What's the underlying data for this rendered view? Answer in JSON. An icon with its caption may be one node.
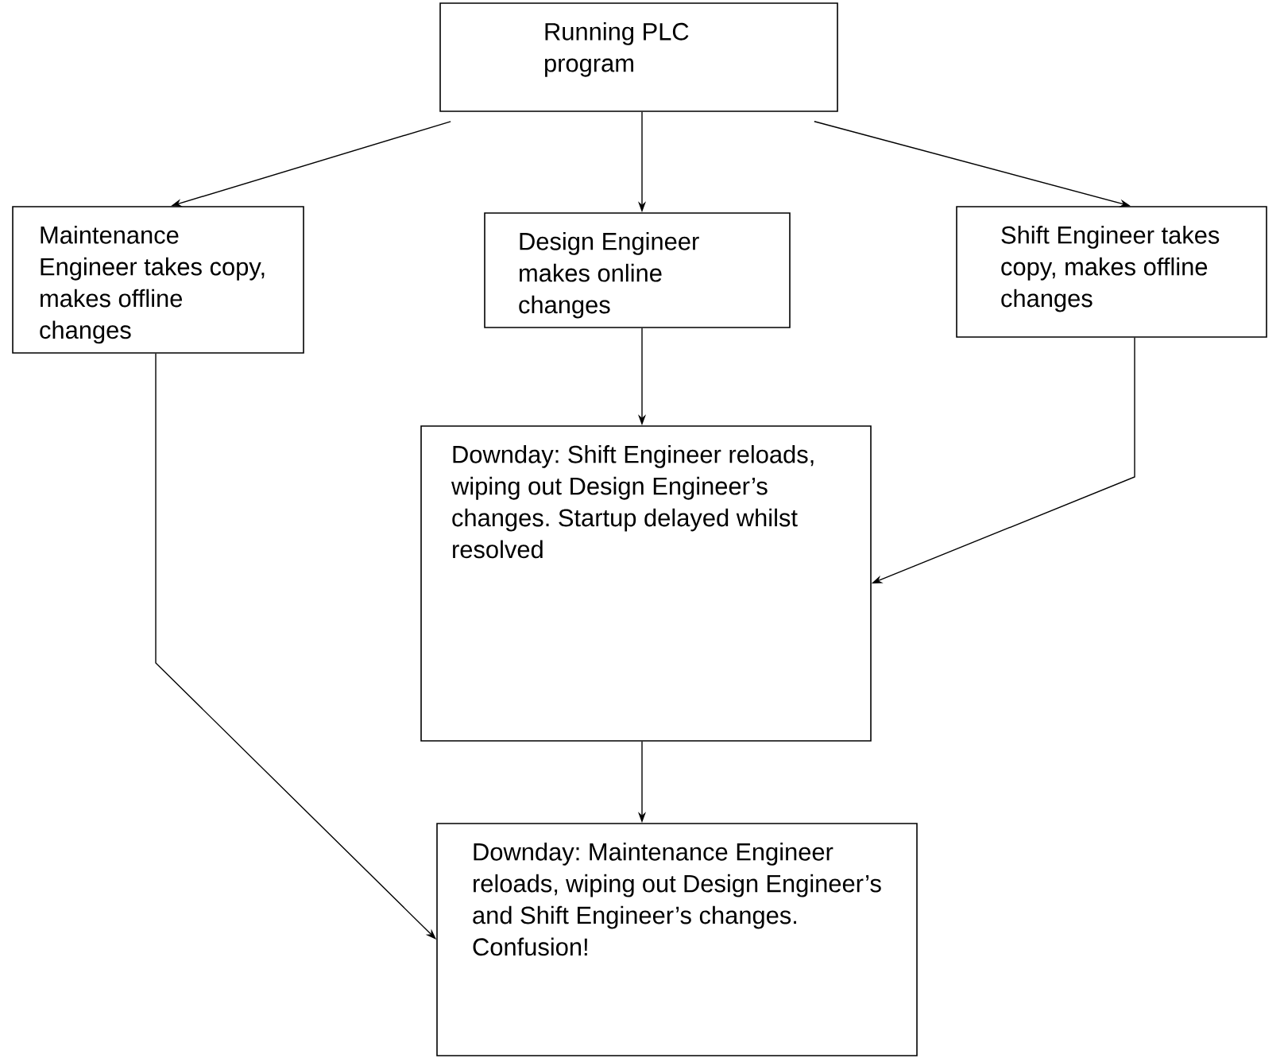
{
  "diagram": {
    "nodes": [
      {
        "text": [
          "Running PLC program"
        ]
      },
      {
        "text": [
          "Maintenance Engineer takes copy, makes offline changes"
        ]
      },
      {
        "text": [
          "Design Engineer makes online changes"
        ]
      },
      {
        "text": [
          "Shift Engineer takes copy, makes offline changes"
        ]
      },
      {
        "text": [
          "Downday: Shift Engineer reloads, wiping out Design Engineer’s changes. Startup delayed whilst resolved"
        ]
      },
      {
        "text": [
          "Downday: Maintenance Engineer reloads, wiping out Design Engineer’s and Shift Engineer’s changes. Confusion!"
        ]
      }
    ],
    "edges": [
      {
        "from": 0,
        "to": 1,
        "arrow": "to"
      },
      {
        "from": 0,
        "to": 2,
        "arrow": "to"
      },
      {
        "from": 0,
        "to": 3,
        "arrow": "to"
      },
      {
        "from": 2,
        "to": 4,
        "arrow": "to"
      },
      {
        "from": 3,
        "to": 4,
        "arrow": "to"
      },
      {
        "from": 1,
        "to": 5,
        "arrow": "to"
      },
      {
        "from": 4,
        "to": 5,
        "arrow": "to"
      }
    ]
  }
}
